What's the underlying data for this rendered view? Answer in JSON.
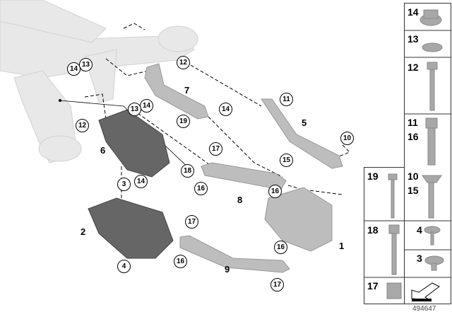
{
  "diagram_id": "494647",
  "callouts": [
    "14",
    "13",
    "12",
    "14",
    "13",
    "12",
    "11",
    "14",
    "19",
    "17",
    "15",
    "10",
    "18",
    "3",
    "14",
    "16",
    "16",
    "17",
    "16",
    "16",
    "17",
    "4"
  ],
  "part_labels": [
    "7",
    "5",
    "6",
    "8",
    "2",
    "1",
    "9"
  ],
  "legend": [
    {
      "labels": [
        "14"
      ],
      "part": "hex-flange-nut"
    },
    {
      "labels": [
        "13"
      ],
      "part": "washer"
    },
    {
      "labels": [
        "12"
      ],
      "part": "hex-bolt-long"
    },
    {
      "labels": [
        "11",
        "16"
      ],
      "part": "hex-bolt"
    },
    {
      "labels": [
        "19"
      ],
      "part": "bolt-thin"
    },
    {
      "labels": [
        "10",
        "15"
      ],
      "part": "eccentric-bolt"
    },
    {
      "labels": [
        "18"
      ],
      "part": "bolt-medium"
    },
    {
      "labels": [
        "4"
      ],
      "part": "expanding-rivet"
    },
    {
      "labels": [
        "3"
      ],
      "part": "clip-nut"
    },
    {
      "labels": [
        "17"
      ],
      "part": "self-locking-nut"
    }
  ],
  "colors": {
    "frame": "#e6e6e6",
    "arm": "#b8b8b8",
    "shield": "#555555"
  }
}
